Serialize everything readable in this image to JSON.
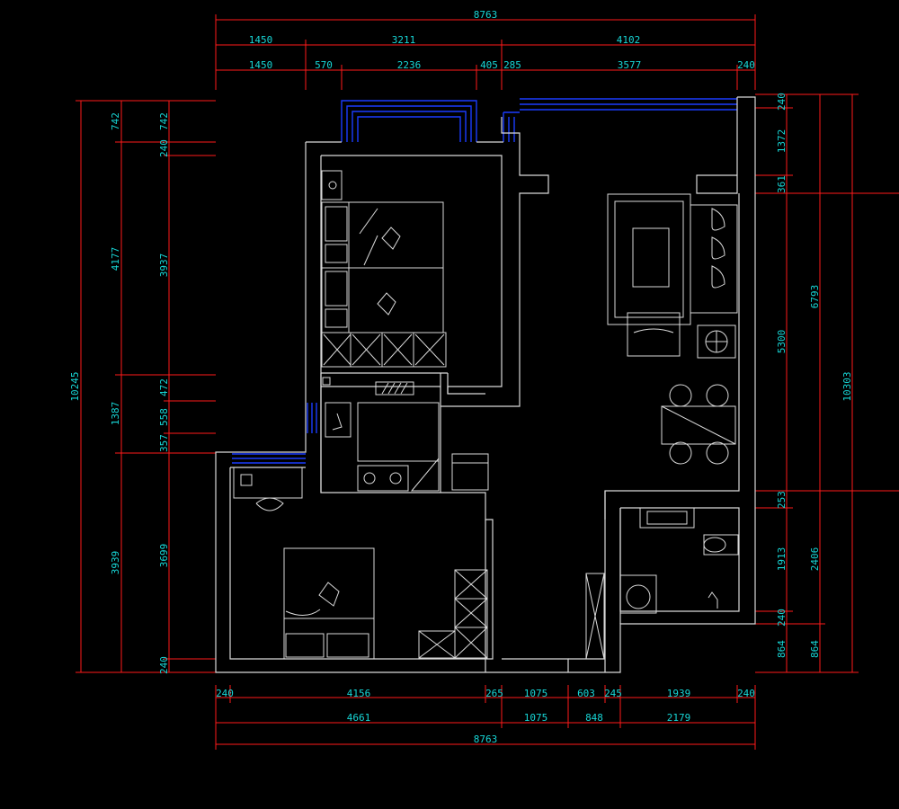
{
  "dimensions": {
    "top": {
      "overall": "8763",
      "row2": [
        "1450",
        "3211",
        "4102"
      ],
      "row3": [
        "1450",
        "570",
        "2236",
        "405",
        "285",
        "3577",
        "240"
      ]
    },
    "bottom": {
      "row1": [
        "240",
        "4156",
        "265",
        "1075",
        "603",
        "245",
        "1939",
        "240"
      ],
      "row2": [
        "4661",
        "1075",
        "848",
        "2179"
      ],
      "overall": "8763"
    },
    "left": {
      "outer": "10245",
      "middle": [
        "742",
        "4177",
        "1387",
        "3939"
      ],
      "inner": [
        "742",
        "240",
        "3937",
        "472",
        "558",
        "357",
        "3699",
        "240"
      ]
    },
    "right": {
      "inner": [
        "240",
        "1372",
        "361",
        "5300",
        "253",
        "1913",
        "240",
        "864"
      ],
      "middle": [
        "6793",
        "2406",
        "864"
      ],
      "outer": "10303"
    }
  },
  "colors": {
    "background": "#000000",
    "walls": "#d9d9d9",
    "windows": "#1a3cff",
    "dimension_lines": "#ff1a1a",
    "dimension_text": "#17d6d6"
  }
}
